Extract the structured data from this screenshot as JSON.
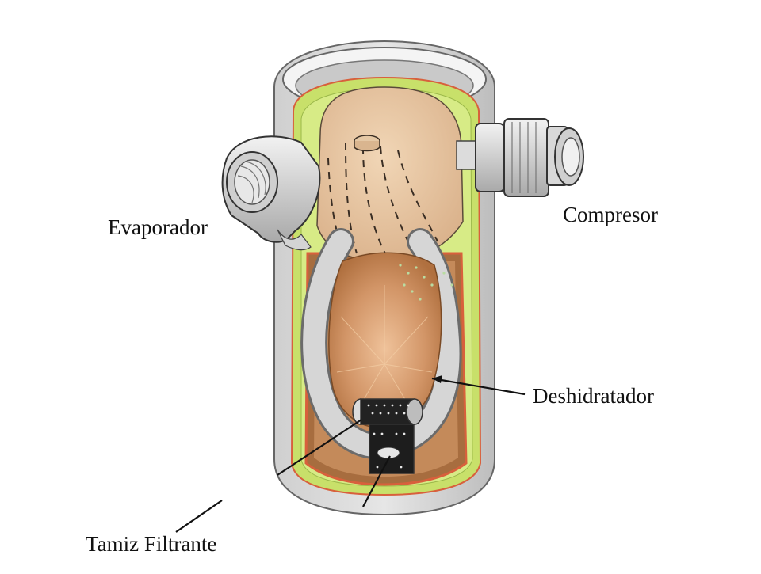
{
  "diagram": {
    "labels": {
      "evaporador": "Evaporador",
      "compresor": "Compresor",
      "deshidratador": "Deshidratador",
      "tamiz": "Tamiz Filtrante"
    },
    "colors": {
      "shell": "#d9d9d9",
      "shell_dark": "#8c8c8c",
      "liner_green": "#c8e06a",
      "liner_red": "#d8603c",
      "cap_tan": "#e8c6a0",
      "desiccant": "#c9875a",
      "desiccant_light": "#e9b98e",
      "tube": "#d6d6d6",
      "fitting": "#dcdcdc"
    }
  }
}
